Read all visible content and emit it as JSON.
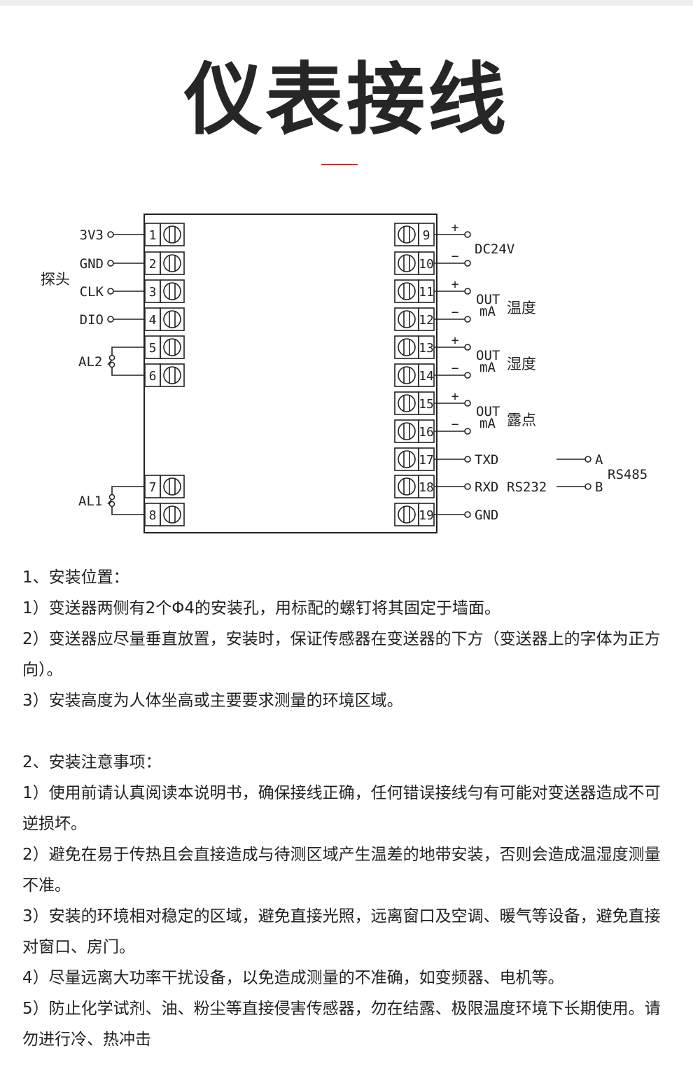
{
  "title": "仪表接线",
  "diagram": {
    "left_terminals": [
      {
        "num": "1",
        "label": "3V3"
      },
      {
        "num": "2",
        "label": "GND"
      },
      {
        "num": "3",
        "label": "CLK"
      },
      {
        "num": "4",
        "label": "DIO"
      },
      {
        "num": "5",
        "label": ""
      },
      {
        "num": "6",
        "label": ""
      },
      {
        "num": "7",
        "label": ""
      },
      {
        "num": "8",
        "label": ""
      }
    ],
    "probe_label": "探头",
    "alarm_labels": [
      "AL2",
      "AL1"
    ],
    "right_terminals": [
      {
        "num": "9",
        "sign": "+"
      },
      {
        "num": "10",
        "sign": "−"
      },
      {
        "num": "11",
        "sign": "+"
      },
      {
        "num": "12",
        "sign": "−"
      },
      {
        "num": "13",
        "sign": "+"
      },
      {
        "num": "14",
        "sign": "−"
      },
      {
        "num": "15",
        "sign": "+"
      },
      {
        "num": "16",
        "sign": "−"
      },
      {
        "num": "17",
        "sign": ""
      },
      {
        "num": "18",
        "sign": ""
      },
      {
        "num": "19",
        "sign": ""
      }
    ],
    "power_label": "DC24V",
    "out_label": "OUT",
    "ma_label": "mA",
    "outputs": [
      "温度",
      "湿度",
      "露点"
    ],
    "serial_labels": [
      "TXD",
      "RXD",
      "GND"
    ],
    "rs232_label": "RS232",
    "rs485_label": "RS485",
    "rs485_terminals": [
      "A",
      "B"
    ]
  },
  "notes": {
    "section1": {
      "heading": "1、安装位置：",
      "items": [
        "1）变送器两侧有2个Φ4的安装孔，用标配的螺钉将其固定于墙面。",
        "2）变送器应尽量垂直放置，安装时，保证传感器在变送器的下方（变送器上的字体为正方向）。",
        "3）安装高度为人体坐高或主要要求测量的环境区域。"
      ]
    },
    "section2": {
      "heading": "2、安装注意事项：",
      "items": [
        "1）使用前请认真阅读本说明书，确保接线正确，任何错误接线勻有可能对变送器造成不可逆损坏。",
        "2）避免在易于传热且会直接造成与待测区域产生温差的地带安装，否则会造成温湿度测量不准。",
        "3）安装的环境相对稳定的区域，避免直接光照，远离窗口及空调、暖气等设备，避免直接对窗口、房门。",
        "4）尽量远离大功率干扰设备，以免造成测量的不准确，如变频器、电机等。",
        "5）防止化学试剂、油、粉尘等直接侵害传感器，勿在结露、极限温度环境下长期使用。请勿进行冷、热冲击"
      ]
    }
  }
}
